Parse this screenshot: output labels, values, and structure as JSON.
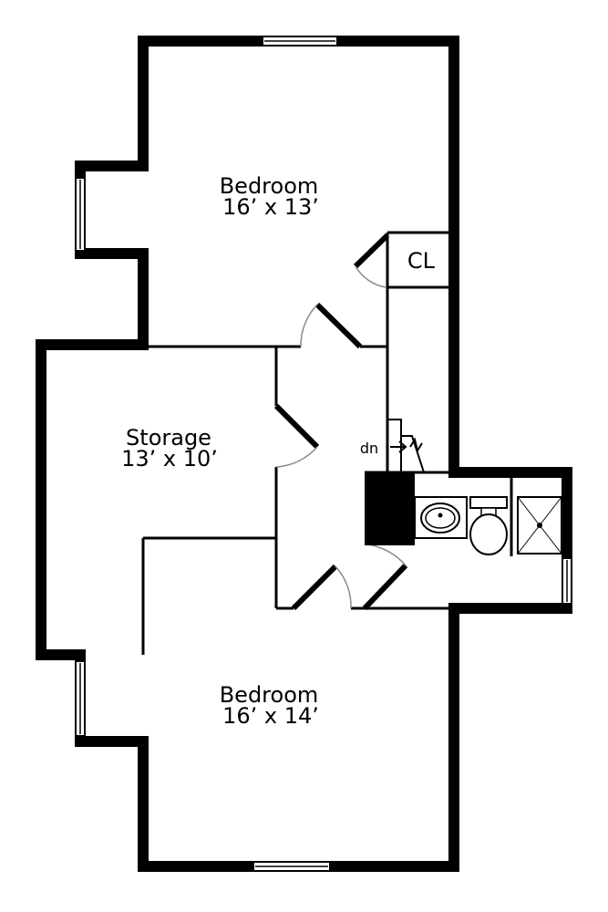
{
  "rooms": {
    "bedroom_top": {
      "name": "Bedroom",
      "size": "16’ x 13’"
    },
    "storage": {
      "name": "Storage",
      "size": "13’ x 10’"
    },
    "bedroom_bottom": {
      "name": "Bedroom",
      "size": "16’ x 14’"
    },
    "closet": {
      "name": "CL"
    }
  },
  "stairs": {
    "direction_label": "dn"
  },
  "colors": {
    "wall": "#000000",
    "line": "#000000",
    "door_arc": "#8a8a8a",
    "background": "#ffffff"
  }
}
